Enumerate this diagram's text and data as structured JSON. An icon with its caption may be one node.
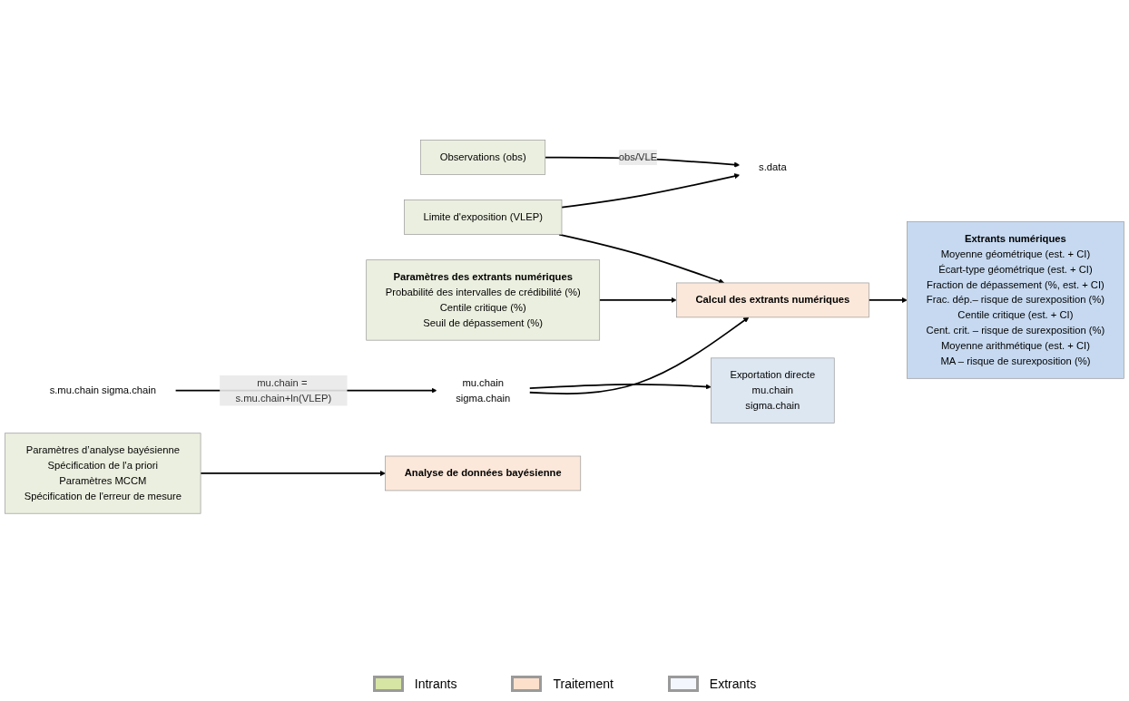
{
  "diagram": {
    "nodes": [
      {
        "text": [
          "Paramètres d’analyse bayésienne",
          "Spécification de l'a priori",
          "Paramètres MCCM",
          "Spécification de l'erreur de mesure"
        ]
      },
      {
        "text": [
          "Observations (obs)"
        ]
      },
      {
        "text": [
          "Limite d'exposition (VLEP)"
        ]
      },
      {
        "text": [
          "Paramètres des extrants numériques",
          "Probabilité des intervalles de crédibilité (%)",
          "Centile critique (%)",
          "Seuil de dépassement (%)"
        ]
      },
      {
        "text": [
          "s.data"
        ]
      },
      {
        "text": [
          "Analyse de données bayésienne"
        ]
      },
      {
        "text": [
          "s.mu.chain sigma.chain"
        ]
      },
      {
        "text": [
          "mu.chain",
          "sigma.chain"
        ]
      },
      {
        "text": [
          "Exportation directe",
          "mu.chain",
          "sigma.chain"
        ]
      },
      {
        "text": [
          "Calcul des extrants numériques"
        ]
      },
      {
        "text": [
          "Extrants numériques",
          "Moyenne géométrique (est. + CI)",
          "Écart-type géométrique (est. + CI)",
          "Fraction de dépassement (%, est. + CI)",
          "Frac. dép.– risque de surexposition (%)",
          "Centile critique (est. + CI)",
          "Cent. crit. – risque de surexposition (%)",
          "Moyenne arithmétique (est. + CI)",
          "MA – risque de surexposition (%)"
        ]
      }
    ],
    "edges": [
      {
        "from": 0,
        "to": 5,
        "arrow": "to"
      },
      {
        "from": 1,
        "to": 4,
        "arrow": "to",
        "label": "obs/VLE"
      },
      {
        "from": 2,
        "to": 4,
        "arrow": "to"
      },
      {
        "from": 6,
        "to": 7,
        "arrow": "to",
        "label": "mu.chain = s.mu.chain+ln(VLEP)"
      },
      {
        "from": 7,
        "to": 8,
        "arrow": "to"
      },
      {
        "from": 7,
        "to": 9,
        "arrow": "to"
      },
      {
        "from": 2,
        "to": 9,
        "arrow": "to"
      },
      {
        "from": 3,
        "to": 9,
        "arrow": "to"
      },
      {
        "from": 9,
        "to": 10,
        "arrow": "to"
      }
    ],
    "legend": [
      {
        "text": "Intrants",
        "color": "#d6e4a4"
      },
      {
        "text": "Traitement",
        "color": "#fde0cc"
      },
      {
        "text": "Extrants",
        "color": "#f3f7fd"
      }
    ]
  }
}
